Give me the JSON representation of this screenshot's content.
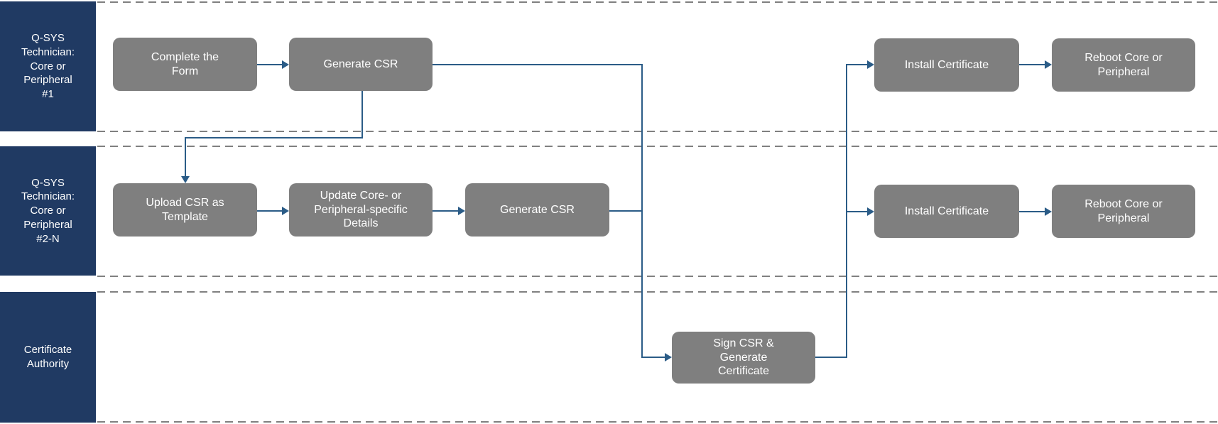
{
  "diagram": {
    "type": "swimlane-flowchart",
    "lanes": [
      {
        "id": "technician-1",
        "label": "Q-SYS\nTechnician:\nCore or\nPeripheral\n#1"
      },
      {
        "id": "technician-2-n",
        "label": "Q-SYS\nTechnician:\nCore or\nPeripheral\n#2-N"
      },
      {
        "id": "certificate-authority",
        "label": "Certificate\nAuthority"
      }
    ],
    "nodes": [
      {
        "id": "complete-form",
        "lane": "technician-1",
        "label": "Complete the\nForm"
      },
      {
        "id": "generate-csr-1",
        "lane": "technician-1",
        "label": "Generate CSR"
      },
      {
        "id": "install-certificate-1",
        "lane": "technician-1",
        "label": "Install Certificate"
      },
      {
        "id": "reboot-1",
        "lane": "technician-1",
        "label": "Reboot Core or\nPeripheral"
      },
      {
        "id": "upload-csr",
        "lane": "technician-2-n",
        "label": "Upload CSR as\nTemplate"
      },
      {
        "id": "update-details",
        "lane": "technician-2-n",
        "label": "Update Core- or\nPeripheral-specific\nDetails"
      },
      {
        "id": "generate-csr-2",
        "lane": "technician-2-n",
        "label": "Generate CSR"
      },
      {
        "id": "install-certificate-2",
        "lane": "technician-2-n",
        "label": "Install Certificate"
      },
      {
        "id": "reboot-2",
        "lane": "technician-2-n",
        "label": "Reboot Core or\nPeripheral"
      },
      {
        "id": "sign-csr",
        "lane": "certificate-authority",
        "label": "Sign CSR &\nGenerate\nCertificate"
      }
    ],
    "edges": [
      {
        "from": "complete-form",
        "to": "generate-csr-1"
      },
      {
        "from": "generate-csr-1",
        "to": "upload-csr"
      },
      {
        "from": "upload-csr",
        "to": "update-details"
      },
      {
        "from": "update-details",
        "to": "generate-csr-2"
      },
      {
        "from": "generate-csr-1",
        "to": "sign-csr"
      },
      {
        "from": "generate-csr-2",
        "to": "sign-csr"
      },
      {
        "from": "sign-csr",
        "to": "install-certificate-1"
      },
      {
        "from": "sign-csr",
        "to": "install-certificate-2"
      },
      {
        "from": "install-certificate-1",
        "to": "reboot-1"
      },
      {
        "from": "install-certificate-2",
        "to": "reboot-2"
      }
    ],
    "colors": {
      "lane_bg": "#203a63",
      "node_bg": "#7f7f7f",
      "connector": "#2b5c87",
      "dash_line": "#808080",
      "text_light": "#ffffff",
      "canvas_bg": "#ffffff"
    }
  }
}
